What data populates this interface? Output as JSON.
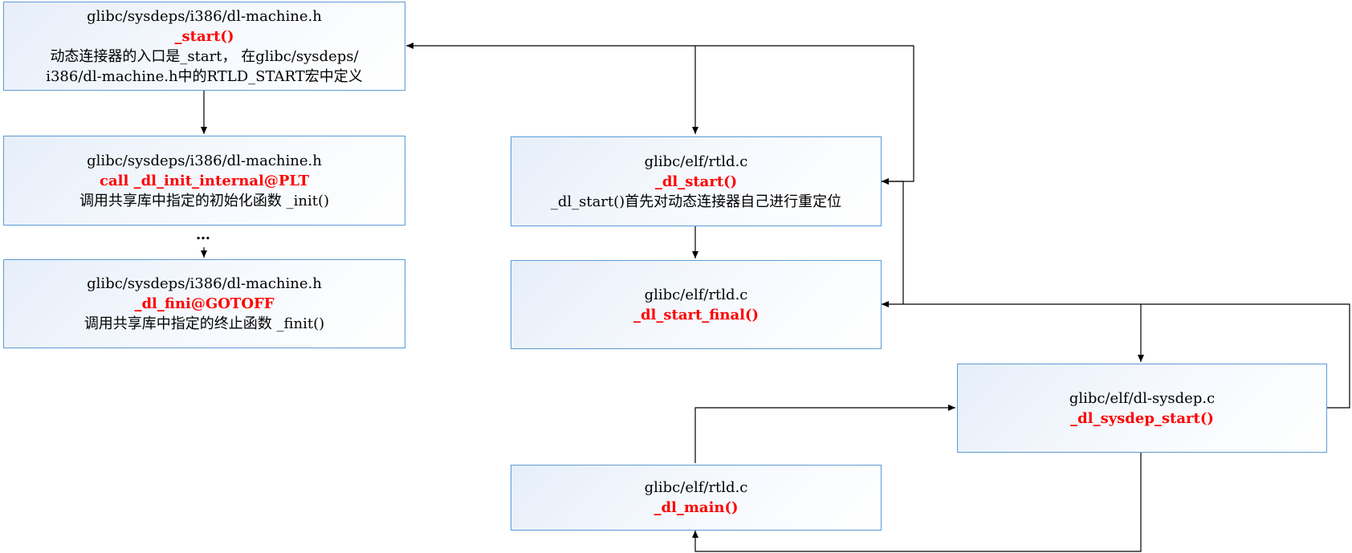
{
  "boxes": {
    "start": {
      "file": "glibc/sysdeps/i386/dl-machine.h",
      "func": "_start()",
      "desc_line1": "动态连接器的入口是_start， 在glibc/sysdeps/",
      "desc_line2": "i386/dl-machine.h中的RTLD_START宏中定义"
    },
    "init": {
      "file": "glibc/sysdeps/i386/dl-machine.h",
      "func": "call _dl_init_internal@PLT",
      "desc": "调用共享库中指定的初始化函数 _init()"
    },
    "fini": {
      "file": "glibc/sysdeps/i386/dl-machine.h",
      "func": "_dl_fini@GOTOFF",
      "desc": "调用共享库中指定的终止函数 _finit()"
    },
    "dl_start": {
      "file": "glibc/elf/rtld.c",
      "func": "_dl_start()",
      "desc": "_dl_start()首先对动态连接器自己进行重定位"
    },
    "dl_start_final": {
      "file": "glibc/elf/rtld.c",
      "func": "_dl_start_final()"
    },
    "dl_sysdep_start": {
      "file": "glibc/elf/dl-sysdep.c",
      "func": "_dl_sysdep_start()"
    },
    "dl_main": {
      "file": "glibc/elf/rtld.c",
      "func": "_dl_main()"
    }
  },
  "ellipsis": "…",
  "colors": {
    "border": "#5b9bd5",
    "function_text": "#ff0000",
    "arrow": "#000000"
  }
}
